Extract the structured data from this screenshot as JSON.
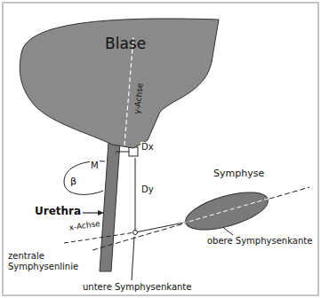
{
  "diagram": {
    "nodes": [
      {
        "text": [
          "Blase"
        ]
      },
      {
        "text": [
          "Symphyse"
        ]
      }
    ],
    "labels": [
      "y-Achse",
      "Dx",
      "Dy",
      "M",
      "β",
      "Urethra",
      "x-Achse",
      "obere Symphysenkante",
      "zentrale Symphysenlinie",
      "untere Symphysenkante"
    ]
  }
}
